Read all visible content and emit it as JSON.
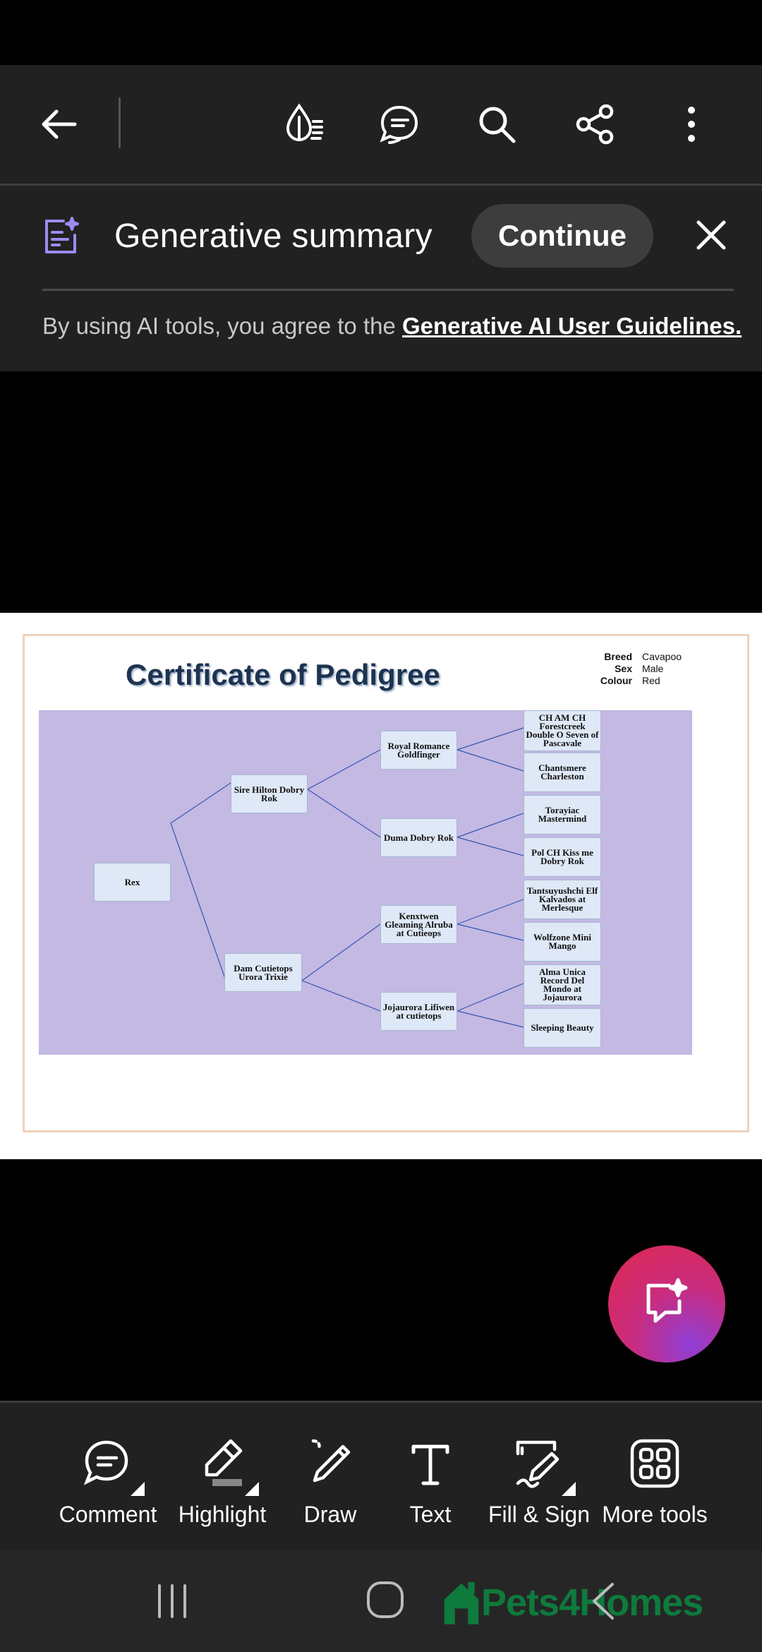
{
  "toolbar": {
    "icons": [
      "back-arrow-icon",
      "liquid-mode-icon",
      "comment-list-icon",
      "search-icon",
      "share-icon",
      "more-vert-icon"
    ]
  },
  "banner": {
    "title": "Generative summary",
    "continue_label": "Continue",
    "guidelines_prefix": "By using AI tools, you agree to the ",
    "guidelines_link": "Generative AI User Guidelines."
  },
  "certificate": {
    "title": "Certificate of Pedigree",
    "meta": [
      {
        "key": "Breed",
        "value": "Cavapoo"
      },
      {
        "key": "Sex",
        "value": "Male"
      },
      {
        "key": "Colour",
        "value": "Red"
      }
    ],
    "tree": {
      "root": "Rex",
      "parents": [
        "Sire Hilton Dobry Rok",
        "Dam Cutietops Urora Trixie"
      ],
      "grandparents": [
        "Royal Romance Goldfinger",
        "Duma Dobry Rok",
        "Kenxtwen Gleaming Alruba at Cutieops",
        "Jojaurora Lifiwen at cutietops"
      ],
      "great_grandparents": [
        "CH AM CH Forestcreek Double O Seven of Pascavale",
        "Chantsmere Charleston",
        "Torayiac Mastermind",
        "Pol CH Kiss me Dobry Rok",
        "Tantsuyushchi Elf Kalvados at Merlesque",
        "Wolfzone Mini Mango",
        "Alma Unica Record Del Mondo at Jojaurora",
        "Sleeping Beauty"
      ]
    }
  },
  "bottom_tools": [
    {
      "label": "Comment",
      "icon": "comment-icon"
    },
    {
      "label": "Highlight",
      "icon": "highlight-icon"
    },
    {
      "label": "Draw",
      "icon": "draw-icon"
    },
    {
      "label": "Text",
      "icon": "text-icon"
    },
    {
      "label": "Fill & Sign",
      "icon": "fill-sign-icon"
    },
    {
      "label": "More tools",
      "icon": "more-tools-icon"
    }
  ],
  "watermark": "Pets4Homes",
  "colors": {
    "accent_ai": "#9b8cf2",
    "fab_start": "#e0284e",
    "fab_end": "#8e3fd8",
    "tree_bg": "#c3b9e3",
    "node_bg": "#dee8f6"
  }
}
